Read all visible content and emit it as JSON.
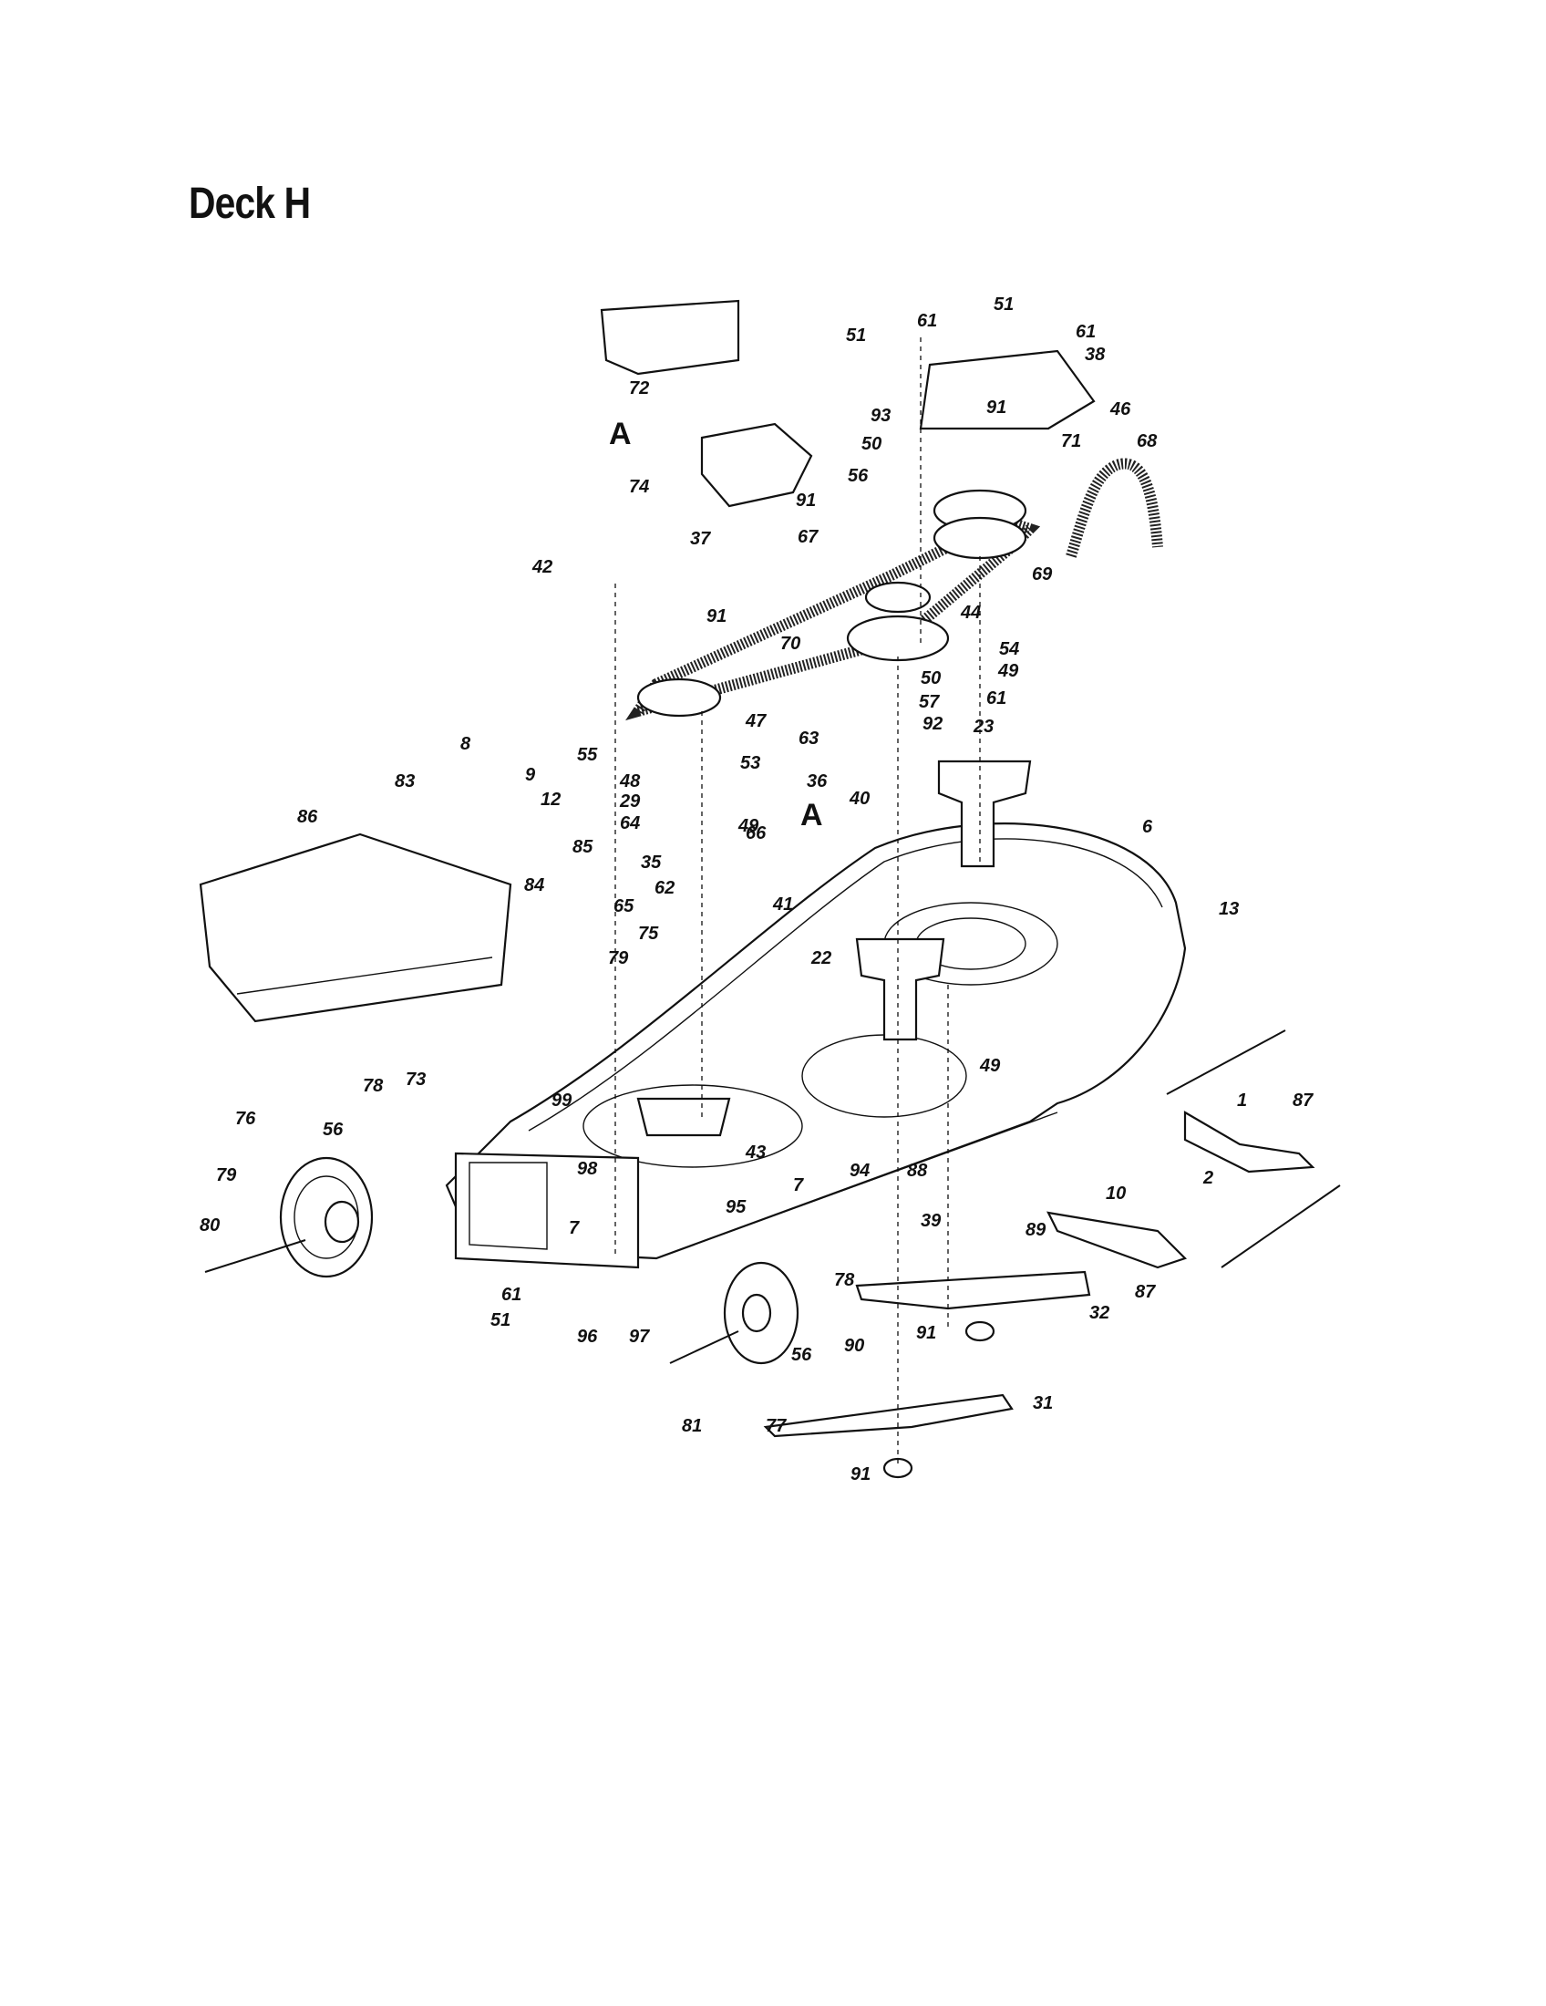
{
  "title": "Deck H",
  "callouts": [
    "51",
    "61",
    "51",
    "61",
    "38",
    "72",
    "93",
    "91",
    "46",
    "A",
    "50",
    "71",
    "68",
    "56",
    "74",
    "91",
    "37",
    "67",
    "42",
    "69",
    "91",
    "44",
    "70",
    "54",
    "50",
    "49",
    "57",
    "61",
    "63",
    "92",
    "23",
    "47",
    "55",
    "8",
    "48",
    "53",
    "83",
    "29",
    "A",
    "9",
    "12",
    "64",
    "49",
    "40",
    "36",
    "86",
    "85",
    "66",
    "35",
    "6",
    "84",
    "62",
    "41",
    "65",
    "13",
    "75",
    "79",
    "22",
    "49",
    "73",
    "78",
    "87",
    "99",
    "1",
    "76",
    "56",
    "43",
    "98",
    "94",
    "10",
    "2",
    "88",
    "7",
    "95",
    "79",
    "39",
    "80",
    "7",
    "89",
    "87",
    "61",
    "78",
    "32",
    "51",
    "96",
    "97",
    "91",
    "90",
    "56",
    "81",
    "77",
    "31",
    "91"
  ]
}
